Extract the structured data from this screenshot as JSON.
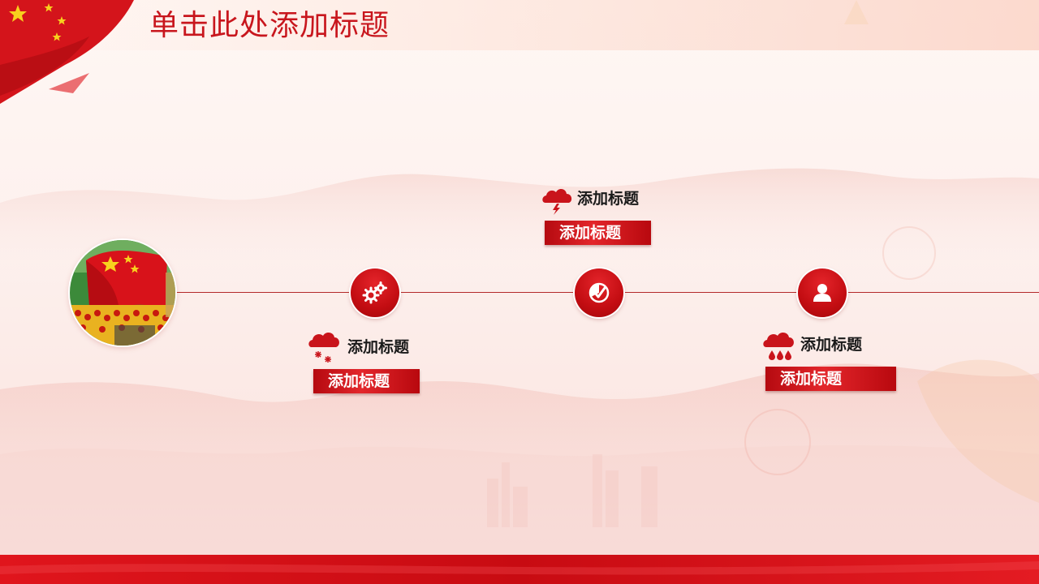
{
  "page": {
    "title": "单击此处添加标题",
    "accent_color": "#c8161d"
  },
  "timeline": {
    "items": [
      {
        "title": "添加标题",
        "bar_label": "添加标题",
        "node_icon": "gears-icon",
        "weather_icon": "snow-cloud-icon"
      },
      {
        "title": "添加标题",
        "bar_label": "添加标题",
        "node_icon": "clock-check-icon",
        "weather_icon": "thunder-cloud-icon"
      },
      {
        "title": "添加标题",
        "bar_label": "添加标题",
        "node_icon": "user-icon",
        "weather_icon": "rain-cloud-icon"
      }
    ]
  }
}
